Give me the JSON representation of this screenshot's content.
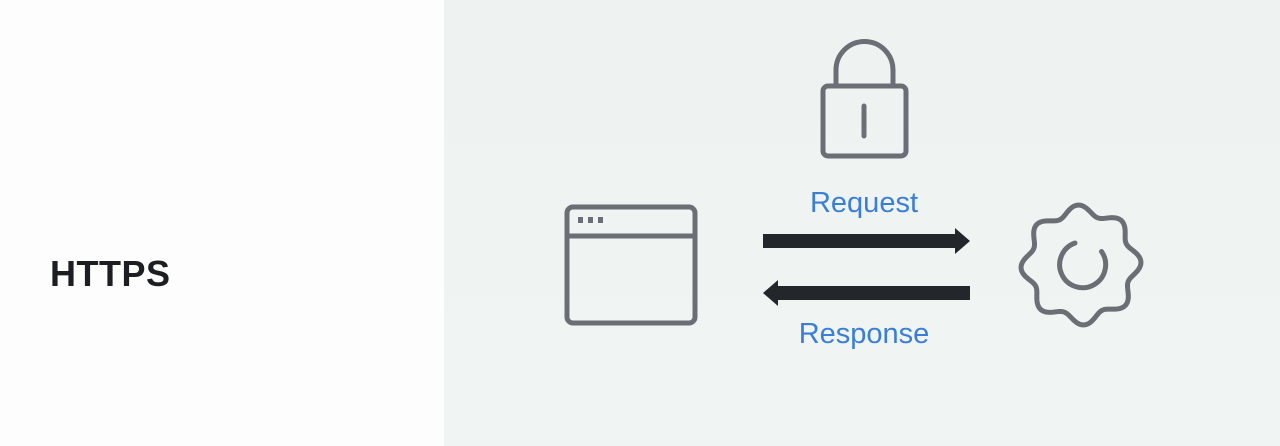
{
  "title": "HTTPS",
  "labels": {
    "request": "Request",
    "response": "Response"
  },
  "icons": {
    "lock": "lock-icon",
    "browser": "browser-window-icon",
    "server": "gear-icon"
  },
  "colors": {
    "title": "#1c1e21",
    "label": "#3a7fd5",
    "icon_stroke": "#6b6f75",
    "arrow": "#23272b",
    "panel_background": "#eef3f2"
  }
}
